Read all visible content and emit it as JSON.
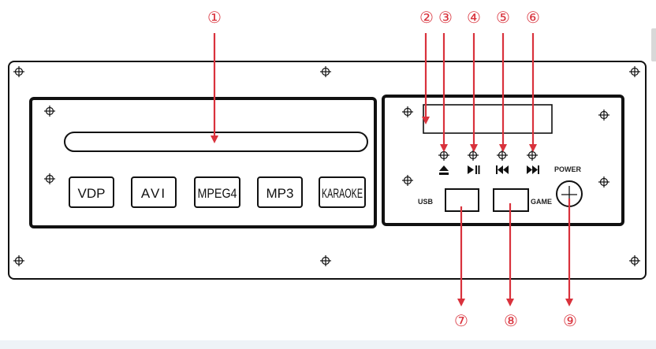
{
  "diagram": {
    "format_buttons": [
      "VDP",
      "AVI",
      "MPEG4",
      "MP3",
      "KARAOKE"
    ],
    "port_labels": {
      "usb": "USB",
      "game": "GAME",
      "power": "POWER"
    },
    "control_icons": [
      "eject-icon",
      "play-pause-icon",
      "previous-icon",
      "next-icon"
    ],
    "callouts": [
      "①",
      "②",
      "③",
      "④",
      "⑤",
      "⑥",
      "⑦",
      "⑧",
      "⑨"
    ],
    "colors": {
      "line": "#111111",
      "callout": "#d9323c"
    }
  }
}
